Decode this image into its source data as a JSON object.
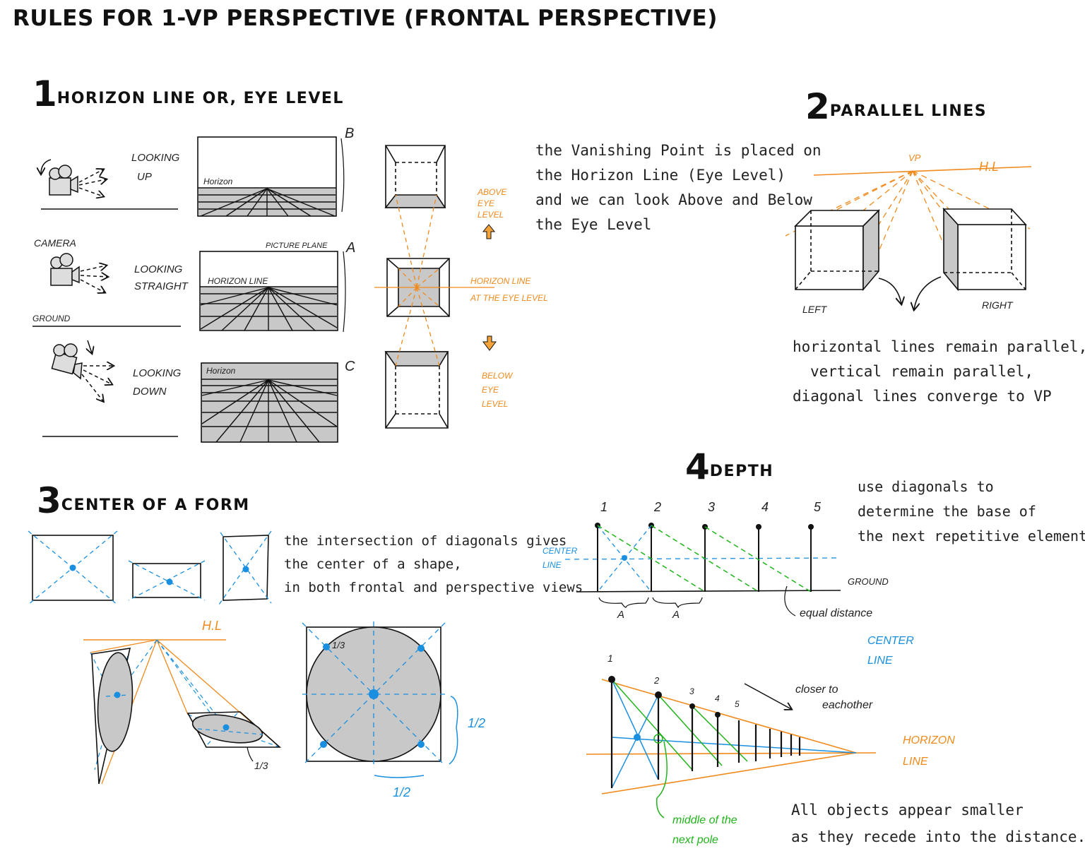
{
  "title": "RULES FOR 1-VP PERSPECTIVE (FRONTAL PERSPECTIVE)",
  "colors": {
    "ink": "#111111",
    "orange": "#f08a1c",
    "blue": "#1a8fe0",
    "green": "#22b41c",
    "fill": "#c8c8c8"
  },
  "section1": {
    "number": "1",
    "label": "Horizon line or, Eye level",
    "looking_up": [
      "LOOKING",
      "UP"
    ],
    "camera": "CAMERA",
    "looking_straight": [
      "LOOKING",
      "STRAIGHT"
    ],
    "ground": "GROUND",
    "looking_down": [
      "LOOKING",
      "DOWN"
    ],
    "horizon_b": "Horizon",
    "picture_plane": "PICTURE PLANE",
    "horizon_line": "HORIZON LINE",
    "horizon_c": "Horizon",
    "letter_b": "B",
    "letter_a": "A",
    "letter_c": "C",
    "above": [
      "ABOVE",
      "EYE",
      "LEVEL"
    ],
    "horizon_at_eye": [
      "HORIZON LINE",
      "AT THE EYE LEVEL"
    ],
    "below": [
      "BELOW",
      "EYE",
      "LEVEL"
    ],
    "paragraph": [
      "the Vanishing Point is placed on",
      "the Horizon Line (Eye Level)",
      "and we can look Above and Below",
      "the Eye Level"
    ]
  },
  "section2": {
    "number": "2",
    "label": "parallel lines",
    "vp": "VP",
    "hl": "H.L",
    "left": "LEFT",
    "right": "RIGHT",
    "paragraph": [
      "horizontal lines remain parallel,",
      "vertical remain parallel,",
      "diagonal lines converge to VP"
    ]
  },
  "section3": {
    "number": "3",
    "label": "center of a form",
    "paragraph": [
      "the intersection of diagonals gives",
      "the center of a shape,",
      "in both frontal and perspective views"
    ],
    "hl": "H.L",
    "third_a": "1/3",
    "third_b": "1/3",
    "half_a": "1/2",
    "half_b": "1/2"
  },
  "section4": {
    "number": "4",
    "label": "depth",
    "paragraph": [
      "use diagonals to",
      "determine the base of",
      "the next repetitive element"
    ],
    "poles": [
      "1",
      "2",
      "3",
      "4",
      "5"
    ],
    "center_line": [
      "CENTER",
      "LINE"
    ],
    "ground": "GROUND",
    "gap_a1": "A",
    "gap_a2": "A",
    "equal_distance": "equal distance",
    "center_line_2": [
      "CENTER",
      "LINE"
    ],
    "poles_2": [
      "1",
      "2",
      "3",
      "4",
      "5"
    ],
    "closer": [
      "closer to",
      "eachother"
    ],
    "horizon_line": [
      "HORIZON",
      "LINE"
    ],
    "middle_pole": [
      "middle of the",
      "next pole"
    ],
    "paragraph_2": [
      "All objects appear smaller",
      "as they recede into the distance."
    ]
  }
}
